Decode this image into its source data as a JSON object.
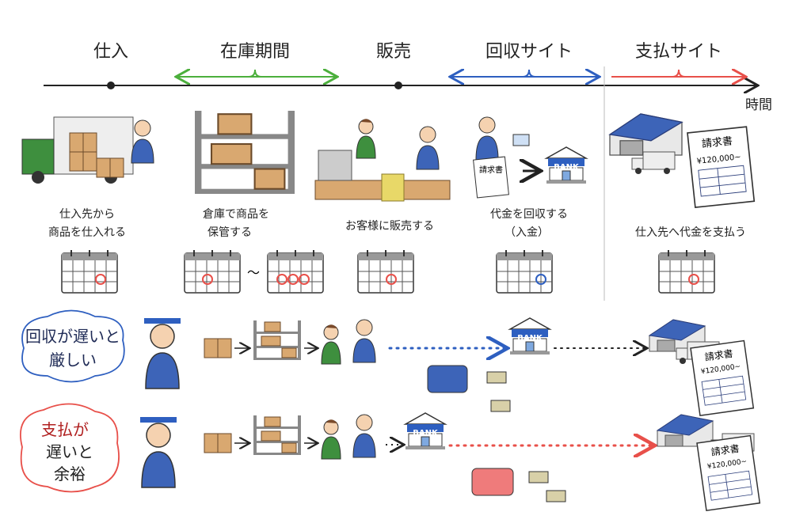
{
  "timeline": {
    "stages": [
      "仕入",
      "在庫期間",
      "販売",
      "回収サイト",
      "支払サイト"
    ],
    "axis_label": "時間",
    "colors": {
      "inventory": "#4caf3c",
      "collection": "#2e5fc0",
      "payment": "#e8504a"
    }
  },
  "captions": {
    "purchase": [
      "仕入先から",
      "商品を仕入れる"
    ],
    "storage": [
      "倉庫で商品を",
      "保管する"
    ],
    "sale": "お客様に販売する",
    "collection": [
      "代金を回収する",
      "（入金）"
    ],
    "payment": "仕入先へ代金を支払う",
    "range_sep": "〜"
  },
  "props": {
    "bank": "BANK",
    "invoice_title": "請求書",
    "invoice_amount": "¥120,000~"
  },
  "scenarios": [
    {
      "bubble": [
        "回収が遅いと",
        "厳しい"
      ],
      "color": "#2e5fc0"
    },
    {
      "bubble": [
        "支払が",
        "遅いと",
        "余裕"
      ],
      "color": "#e8504a"
    }
  ]
}
